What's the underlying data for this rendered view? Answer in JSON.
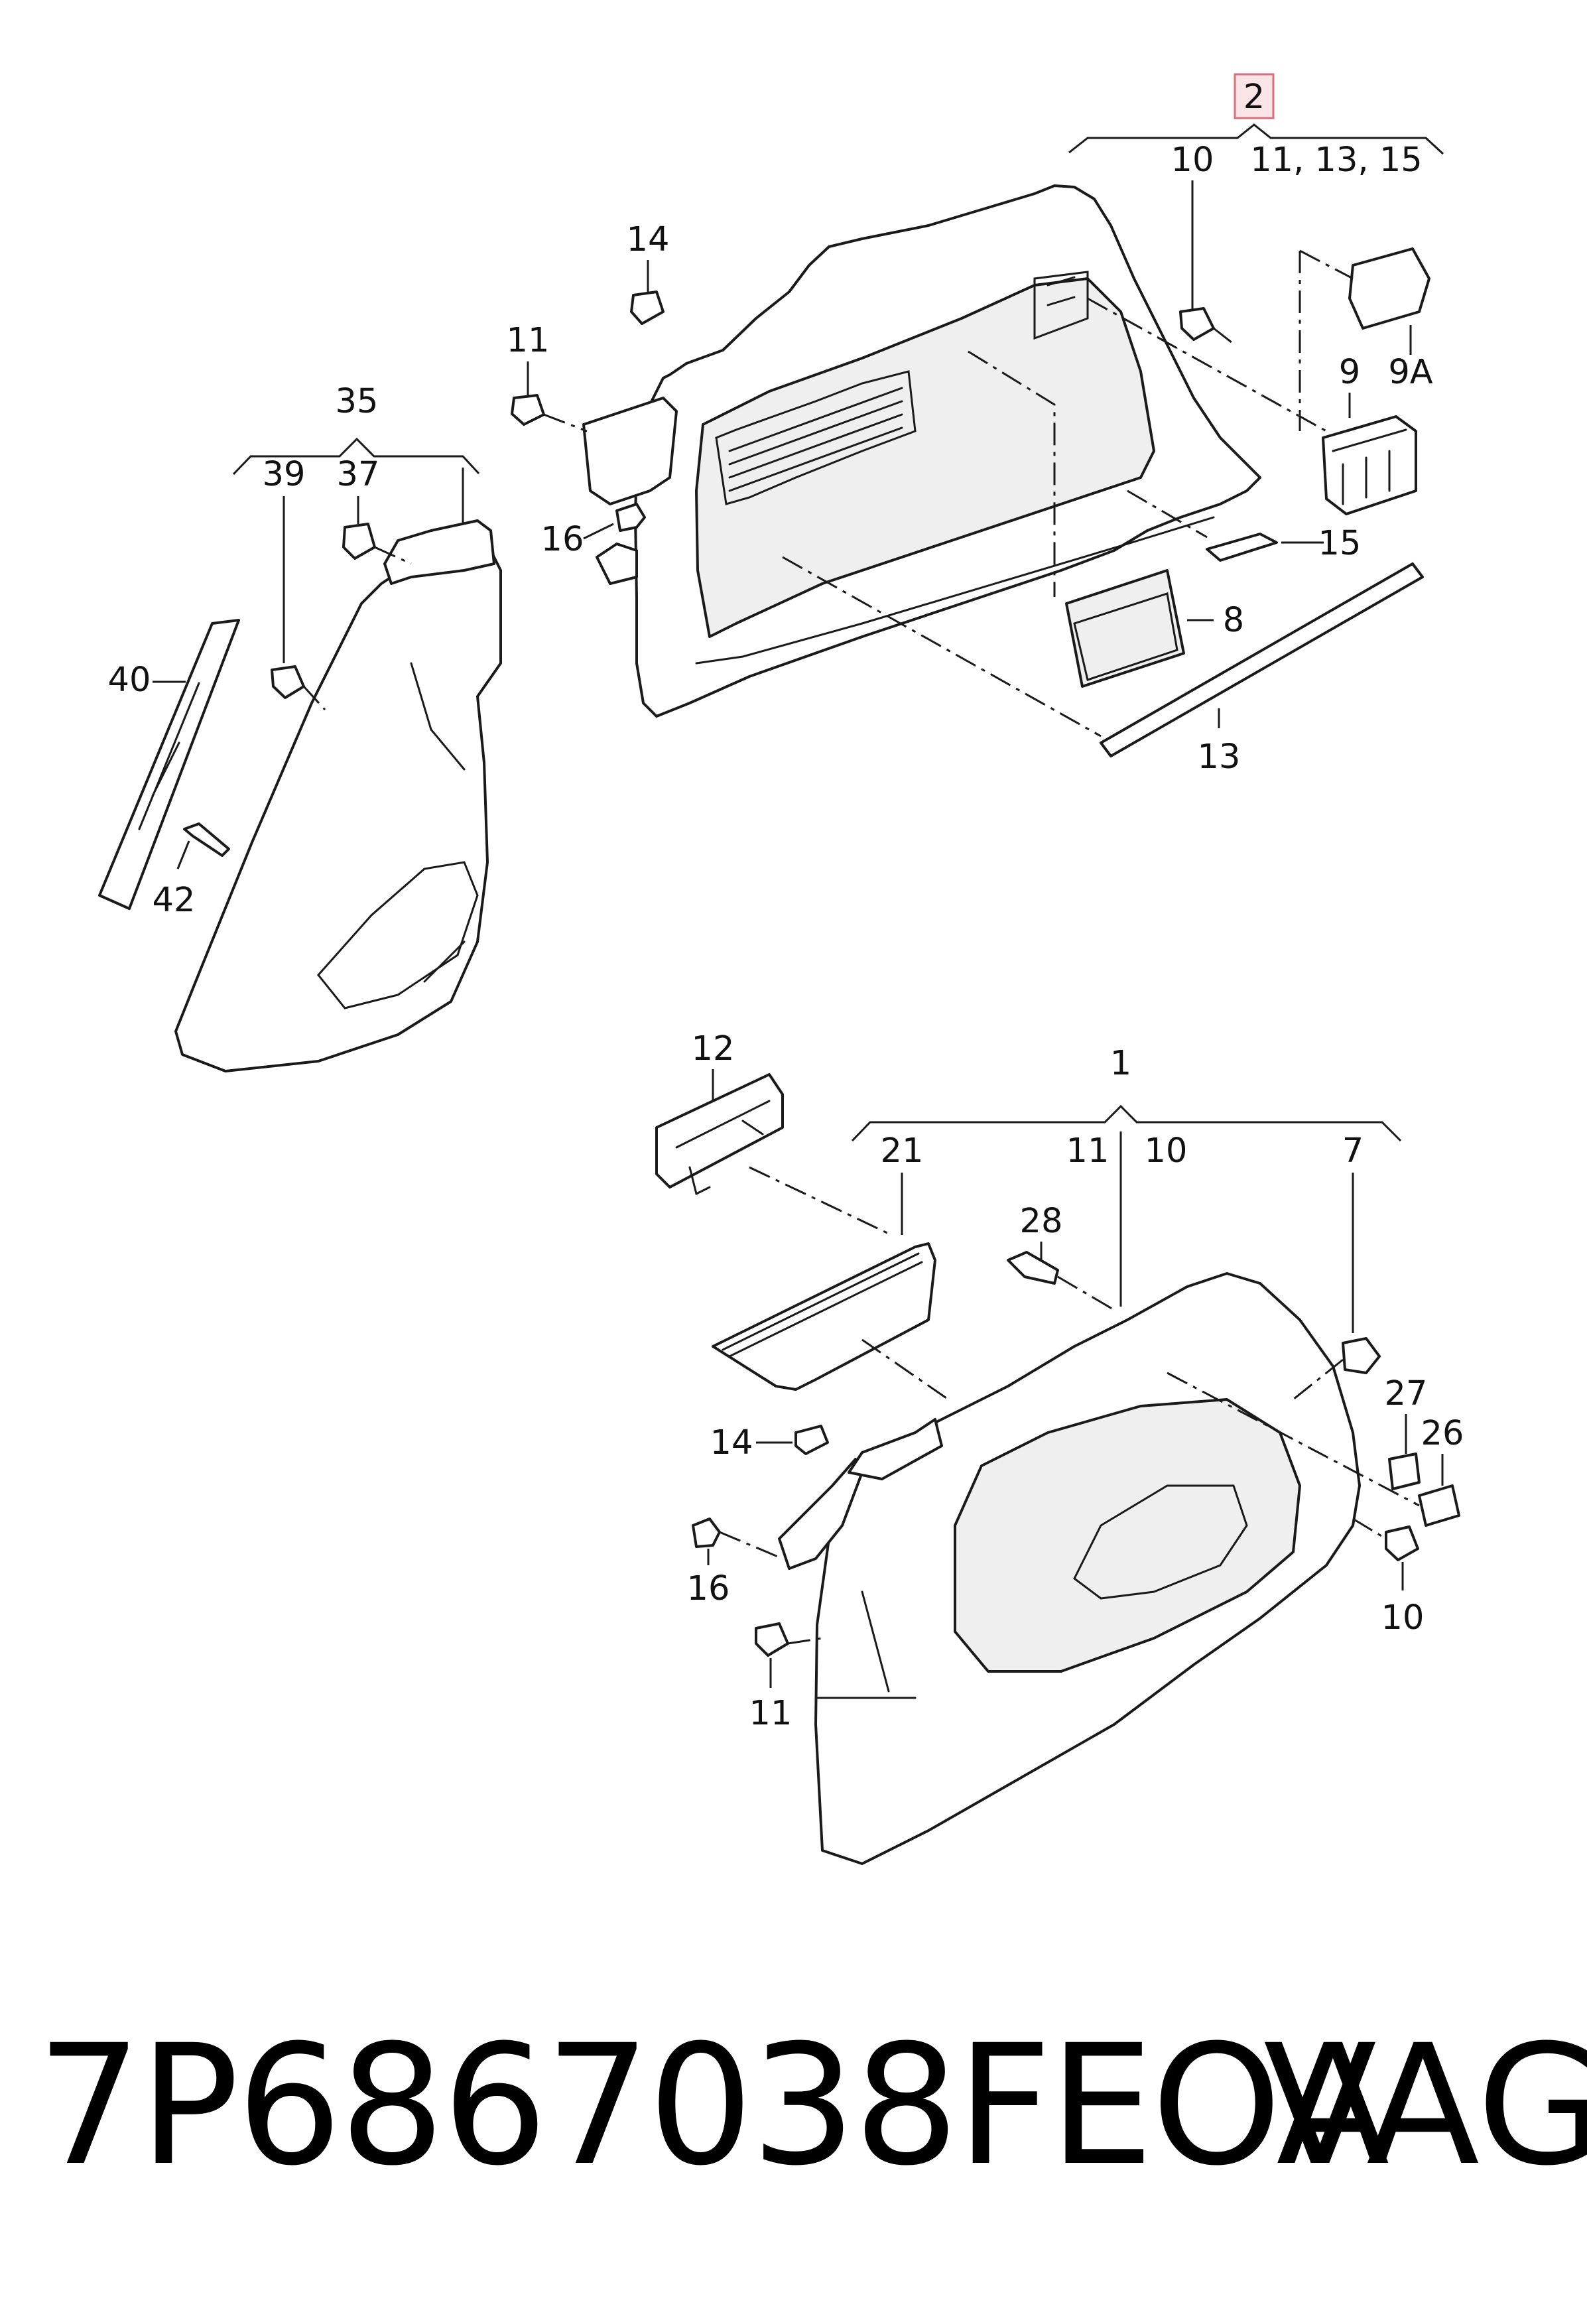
{
  "diagram": {
    "callouts": {
      "c2": "2",
      "c11_13_15": "11, 13, 15",
      "c10_top": "10",
      "c14_top": "14",
      "c11_top": "11",
      "c9": "9",
      "c9a": "9A",
      "c16_top": "16",
      "c15": "15",
      "c8": "8",
      "c13": "13",
      "c35": "35",
      "c39": "39",
      "c37": "37",
      "c40": "40",
      "c42": "42",
      "c12": "12",
      "c1": "1",
      "c21": "21",
      "c11_mid": "11",
      "c10_mid": "10",
      "c7": "7",
      "c28": "28",
      "c27": "27",
      "c26": "26",
      "c14_bot": "14",
      "c16_bot": "16",
      "c10_bot": "10",
      "c11_bot": "11"
    }
  },
  "footer": {
    "part_number": "7P6867038FEOA",
    "brand": "VAG"
  },
  "colors": {
    "highlight_fill": "#fbe4e6",
    "highlight_border": "#d8707c",
    "ink": "#1a1a1a"
  }
}
